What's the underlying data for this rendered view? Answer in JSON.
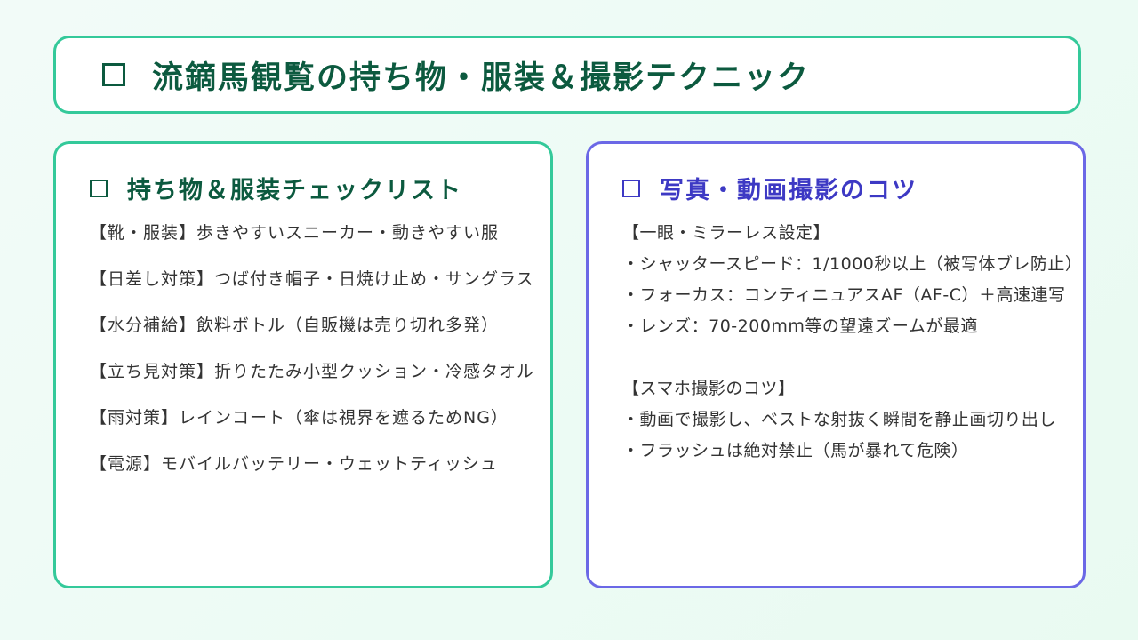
{
  "title": "流鏑馬観覧の持ち物・服装＆撮影テクニック",
  "left_card": {
    "heading": "持ち物＆服装チェックリスト",
    "items": [
      "【靴・服装】歩きやすいスニーカー・動きやすい服",
      "【日差し対策】つば付き帽子・日焼け止め・サングラス",
      "【水分補給】飲料ボトル（自販機は売り切れ多発）",
      "【立ち見対策】折りたたみ小型クッション・冷感タオル",
      "【雨対策】レインコート（傘は視界を遮るためNG）",
      "【電源】モバイルバッテリー・ウェットティッシュ"
    ]
  },
  "right_card": {
    "heading": "写真・動画撮影のコツ",
    "camera_section": {
      "title": "【一眼・ミラーレス設定】",
      "lines": [
        "・シャッタースピード：1/1000秒以上（被写体ブレ防止）",
        "・フォーカス：コンティニュアスAF（AF-C）＋高速連写",
        "・レンズ：70-200mm等の望遠ズームが最適"
      ]
    },
    "phone_section": {
      "title": "【スマホ撮影のコツ】",
      "lines": [
        "・動画で撮影し、ベストな射抜く瞬間を静止画切り出し",
        "・フラッシュは絶対禁止（馬が暴れて危険）"
      ]
    }
  },
  "colors": {
    "green_border": "#34c99a",
    "green_text": "#0c5a3f",
    "purple_border": "#6b68e6",
    "purple_text": "#3d39c4"
  },
  "icons": {
    "title": "square-icon",
    "left_card": "square-icon",
    "right_card": "square-icon"
  }
}
